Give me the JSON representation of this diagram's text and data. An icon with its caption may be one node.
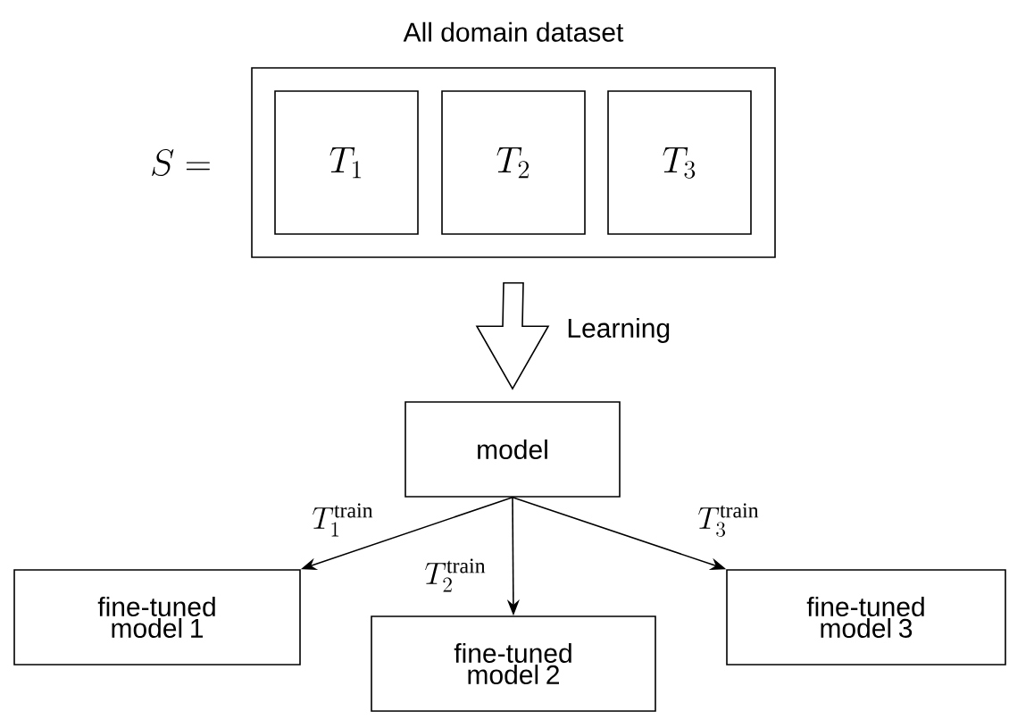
{
  "diagram": {
    "nodes": [
      {
        "text": [
          "All domain dataset"
        ],
        "beside": [
          "S ="
        ]
      },
      {
        "text": [
          "T_1"
        ],
        "in": 0
      },
      {
        "text": [
          "T_2"
        ],
        "in": 0
      },
      {
        "text": [
          "T_3"
        ],
        "in": 0
      },
      {
        "text": [
          "model"
        ]
      },
      {
        "text": [
          "fine-tuned model 1"
        ]
      },
      {
        "text": [
          "fine-tuned model 2"
        ]
      },
      {
        "text": [
          "fine-tuned model 3"
        ]
      }
    ],
    "edges": [
      {
        "from": 0,
        "to": 4,
        "arrow": "to",
        "label": "Learning"
      },
      {
        "from": 4,
        "to": 5,
        "arrow": "to",
        "label": "T_1^{\\mathrm{train}}"
      },
      {
        "from": 4,
        "to": 6,
        "arrow": "to",
        "label": "T_2^{\\mathrm{train}}"
      },
      {
        "from": 4,
        "to": 7,
        "arrow": "to",
        "label": "T_3^{\\mathrm{train}}"
      }
    ]
  }
}
